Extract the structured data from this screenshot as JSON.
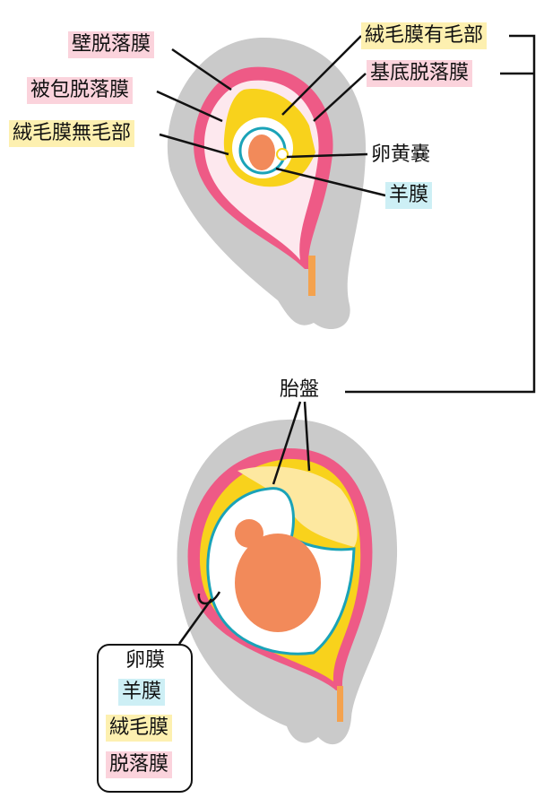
{
  "labels": {
    "parietal_decidua": "壁脱落膜",
    "capsular_decidua": "被包脱落膜",
    "chorion_laeve": "絨毛膜無毛部",
    "chorion_frondosum": "絨毛膜有毛部",
    "basal_decidua": "基底脱落膜",
    "yolk_sac": "卵黄嚢",
    "amnion_top": "羊膜",
    "placenta": "胎盤"
  },
  "fetal_membranes": {
    "title": "卵膜",
    "items": [
      "羊膜",
      "絨毛膜",
      "脱落膜"
    ]
  },
  "colors": {
    "pink": "#fbd3dc",
    "yellow": "#fdf0b0",
    "blue": "#cdeff5",
    "decidua": "#ee5a86",
    "chorion": "#f8d21c",
    "amnion": "#1aa3b8",
    "uterus": "#c9c9c9"
  }
}
